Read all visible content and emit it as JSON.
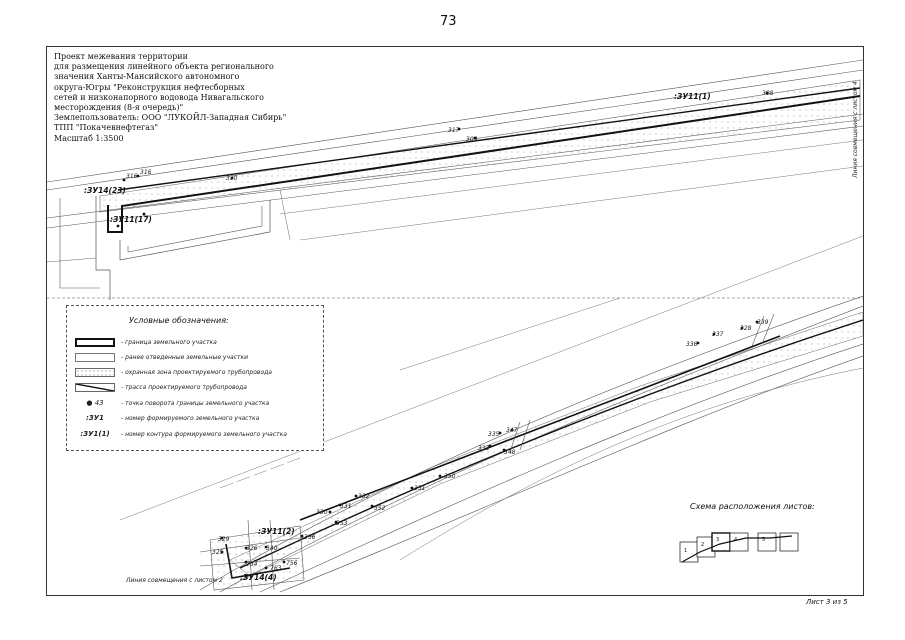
{
  "page_number": "73",
  "title_block": {
    "lines": [
      "Проект межевания территории",
      "для размещения линейного объекта регионального",
      "значения Ханты-Мансийского автономного",
      "округа-Югры \"Реконструкция нефтесборных",
      "сетей и низконапорного водовода Нивагальского",
      "месторождения (8-я очередь)\"",
      "Землепользователь: ООО \"ЛУКОЙЛ-Западная Сибирь\"",
      "ТПП \"Покачевнефтегаз\"",
      "Масштаб 1:3500"
    ]
  },
  "parcel_labels": {
    "zu11_1": ":ЗУ11(1)",
    "zu14_23": ":ЗУ14(23)",
    "zu11_17": ":ЗУ11(17)",
    "zu11_2": ":ЗУ11(2)",
    "zu14_4": ":ЗУ14(4)"
  },
  "point_labels": {
    "p308": "308",
    "p317": "317",
    "p309": "309",
    "p330_top": "330",
    "p316": "316",
    "p316b": "316",
    "p339": "339",
    "p328": "328",
    "p337": "337",
    "p336": "336",
    "p335": "335",
    "p347": "347",
    "p333": "333",
    "p348": "348",
    "p350": "350",
    "p351": "351",
    "p352": "352",
    "p332": "332",
    "p331": "331",
    "p330": "330",
    "p353": "353",
    "p356": "356",
    "p329": "329",
    "p325": "325",
    "p326": "326",
    "p340": "340",
    "p734": "734",
    "p763": "763",
    "p756": "756"
  },
  "match_lines": {
    "right": "Линия совмещения с листом 4",
    "bottom": "Линия совмещения с листом 2"
  },
  "legend": {
    "title": "Условные обозначения:",
    "items": [
      {
        "text": "- граница земельного участка"
      },
      {
        "text": "- ранее отведенные земельные участки"
      },
      {
        "text": "- охранная зона проектируемого трубопровода"
      },
      {
        "text": "- трасса проектируемого трубопровода"
      },
      {
        "code": "43",
        "text": "- точка поворота границы земельного участка"
      },
      {
        "code": ":ЗУ1",
        "text": "- номер формируемого земельного участка"
      },
      {
        "code": ":ЗУ1(1)",
        "text": "- номер контура формируемого земельного участка"
      }
    ]
  },
  "scheme": {
    "title": "Схема расположения листов:",
    "sheets": [
      "1",
      "2",
      "3",
      "4",
      "5"
    ]
  },
  "sheet_label": "Лист 3 из 5",
  "colors": {
    "ink": "#111111",
    "paper": "#ffffff",
    "hatch": "#888888"
  }
}
